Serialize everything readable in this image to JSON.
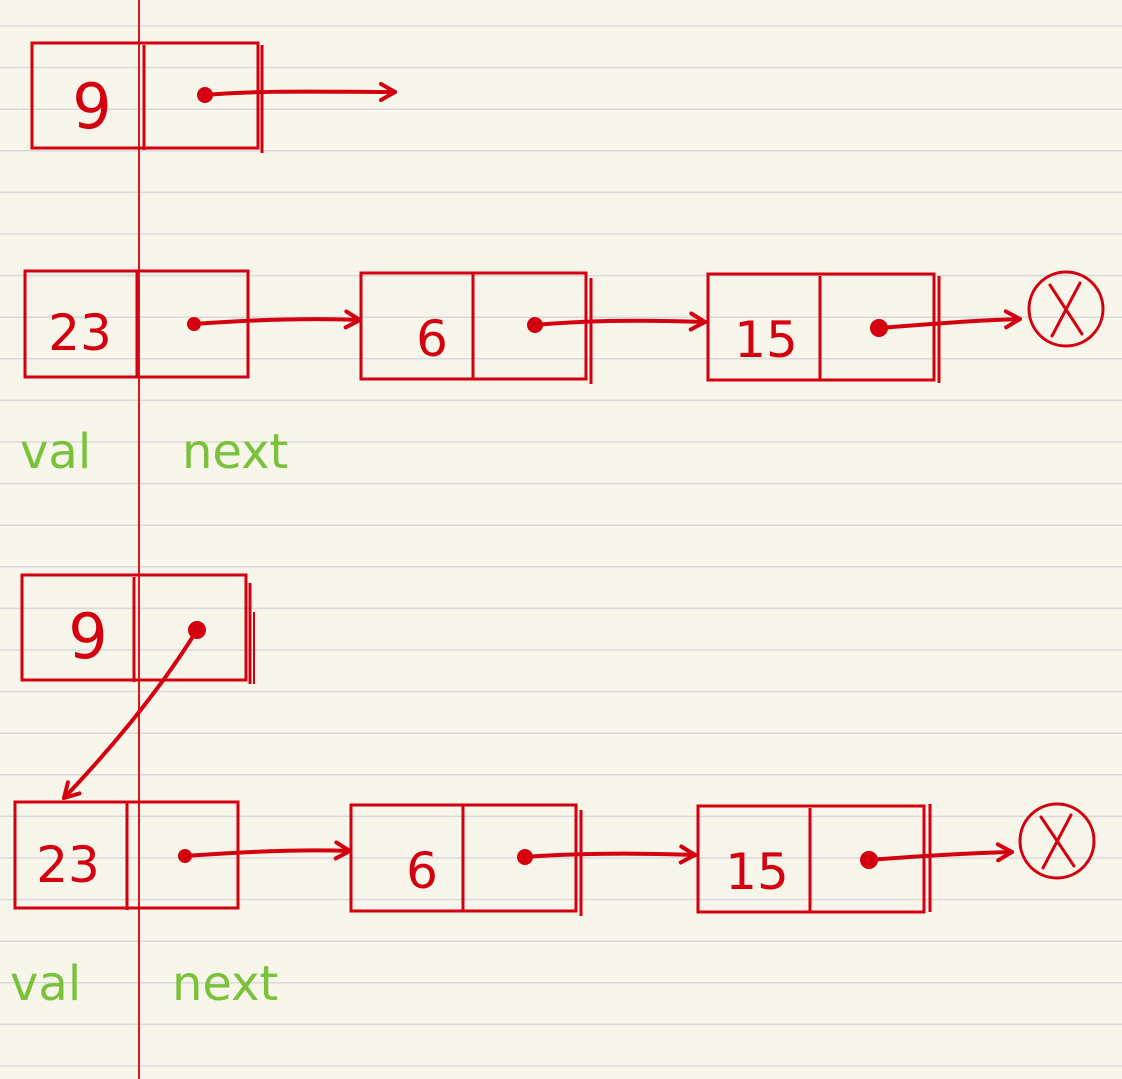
{
  "colors": {
    "paper": "#f8f5ea",
    "rule_line": "#d9d9d9",
    "margin_line": "#e0141f",
    "ink_red": "#d4000f",
    "ink_green": "#79c23a"
  },
  "diagrams": [
    {
      "new_node": {
        "val": "9"
      },
      "list": [
        {
          "val": "23"
        },
        {
          "val": "6"
        },
        {
          "val": "15"
        }
      ],
      "labels": {
        "val": "val",
        "next": "next"
      }
    },
    {
      "new_node": {
        "val": "9"
      },
      "list": [
        {
          "val": "23"
        },
        {
          "val": "6"
        },
        {
          "val": "15"
        }
      ],
      "labels": {
        "val": "val",
        "next": "next"
      }
    }
  ]
}
